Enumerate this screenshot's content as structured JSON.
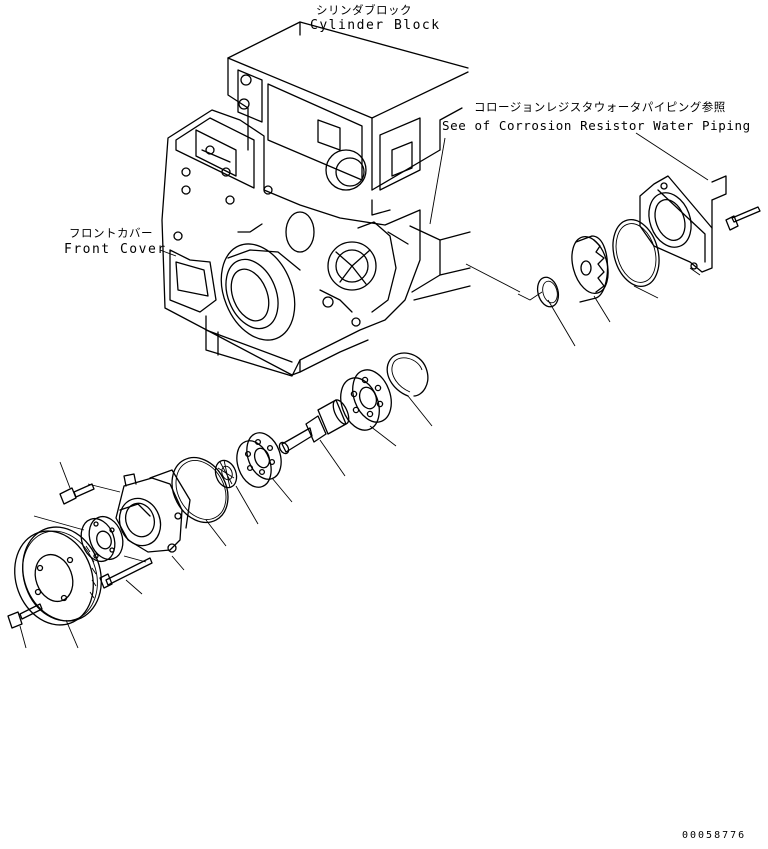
{
  "labels": {
    "cylinder_block_jp": "シリンダブロック",
    "cylinder_block_en": "Cylinder Block",
    "front_cover_jp": "フロントカバー",
    "front_cover_en": "Front Cover",
    "corrosion_jp": "コロージョンレジスタウォータパイピング参照",
    "corrosion_en": "See of Corrosion Resistor Water Piping",
    "drawing_number": "00058776"
  }
}
